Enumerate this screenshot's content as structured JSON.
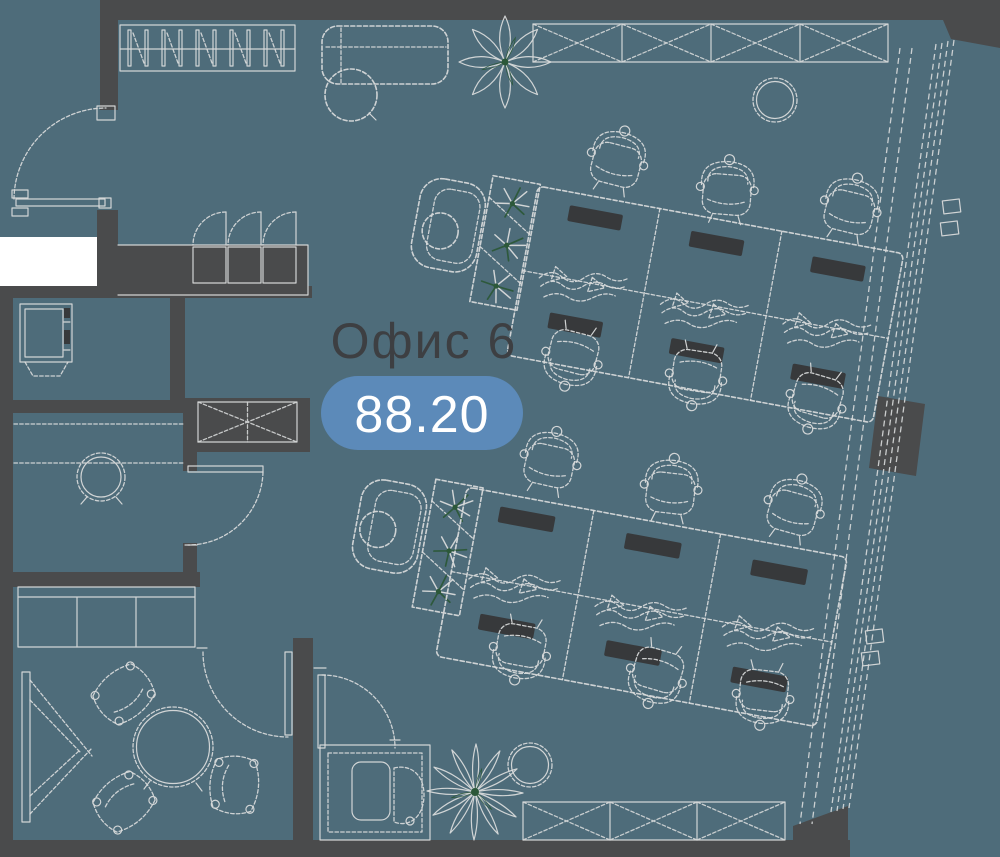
{
  "plan": {
    "unit_label": "Офис 6",
    "area_value": "88.20",
    "colors": {
      "page_bg": "#ffffff",
      "floor": "#4e6c7a",
      "wall": "#4a4b4c",
      "line": "#d9dbdb",
      "plant": "#2c5839",
      "equipment": "#37393b",
      "badge_fill": "#5c8ab9",
      "badge_text": "#ffffff",
      "label_text": "#3d3f42"
    },
    "features": [
      "entrance-door",
      "coat-rack",
      "locker-cabinet",
      "built-in-wardrobe",
      "kitchenette",
      "storage-cabinets",
      "sofa",
      "pouf",
      "plants",
      "desk-clusters",
      "task-chairs",
      "meeting-room",
      "wall-screen",
      "wc",
      "glass-facade",
      "structural-column"
    ]
  }
}
